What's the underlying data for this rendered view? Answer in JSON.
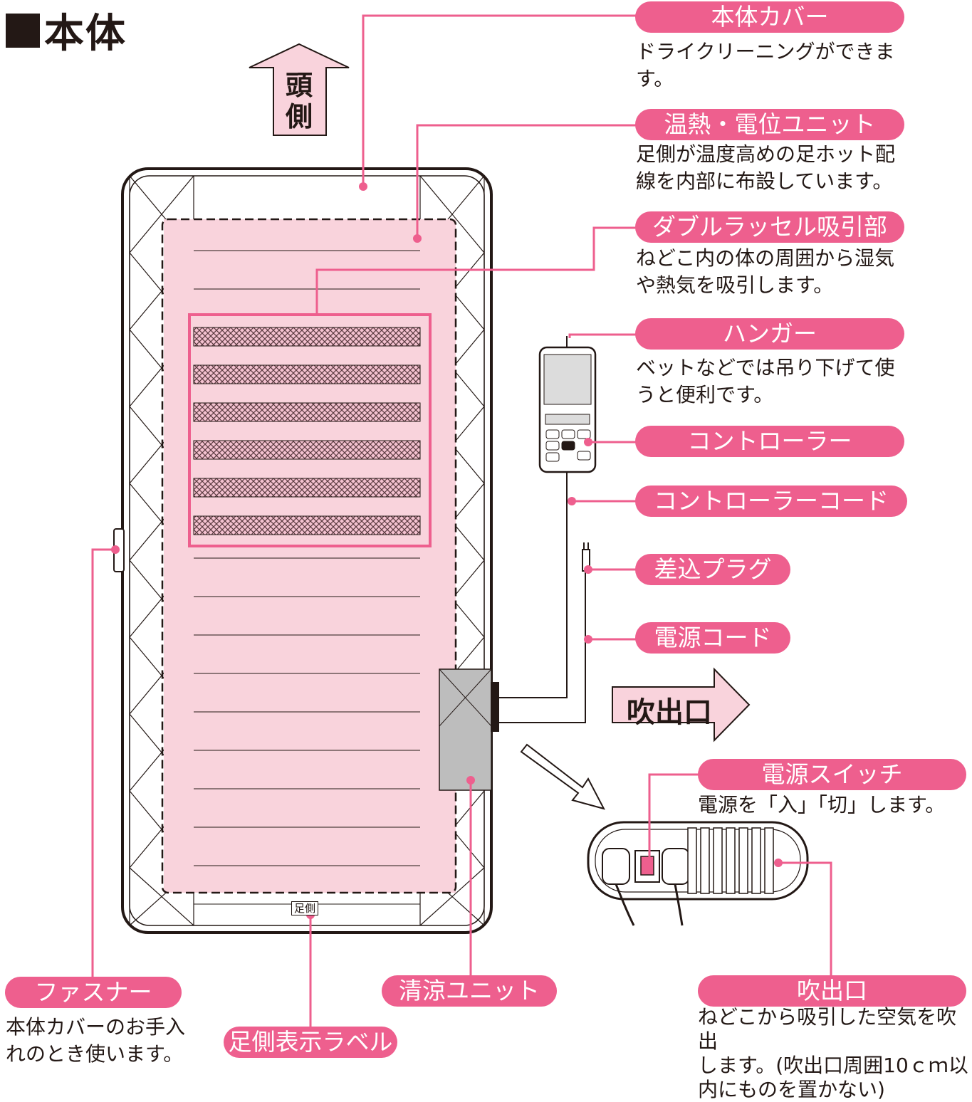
{
  "title": "本体",
  "head_label": "頭側",
  "foot_label": "足側",
  "outlet_arrow_label": "吹出口",
  "callouts": {
    "cover": {
      "label": "本体カバー",
      "desc": [
        "ドライクリーニングができま",
        "す。"
      ]
    },
    "heat_unit": {
      "label": "温熱・電位ユニット",
      "desc": [
        "足側が温度高めの足ホット配",
        "線を内部に布設しています。"
      ]
    },
    "double_raschel": {
      "label": "ダブルラッセル吸引部",
      "desc": [
        "ねどこ内の体の周囲から湿気",
        "や熱気を吸引します。"
      ]
    },
    "hanger": {
      "label": "ハンガー",
      "desc": [
        "ベットなどでは吊り下げて使",
        "うと便利です。"
      ]
    },
    "controller": {
      "label": "コントローラー"
    },
    "controller_cord": {
      "label": "コントローラーコード"
    },
    "plug": {
      "label": "差込プラグ"
    },
    "power_cord": {
      "label": "電源コード"
    },
    "power_switch": {
      "label": "電源スイッチ",
      "desc": [
        "電源を「入」「切」します。"
      ]
    },
    "fastener": {
      "label": "ファスナー",
      "desc": [
        "本体カバーのお手入",
        "れのとき使います。"
      ]
    },
    "foot_label_tag": {
      "label": "足側表示ラベル"
    },
    "cooling_unit": {
      "label": "清涼ユニット"
    },
    "outlet": {
      "label": "吹出口",
      "desc": [
        "ねどこから吸引した空気を吹出",
        "します。(吹出口周囲10ｃｍ以",
        "内にものを置かない)"
      ]
    }
  },
  "colors": {
    "accent": "#ee5f8e",
    "pink_fill": "#f9d3dc",
    "ink": "#231815",
    "unit_gray": "#bdbdbd"
  }
}
